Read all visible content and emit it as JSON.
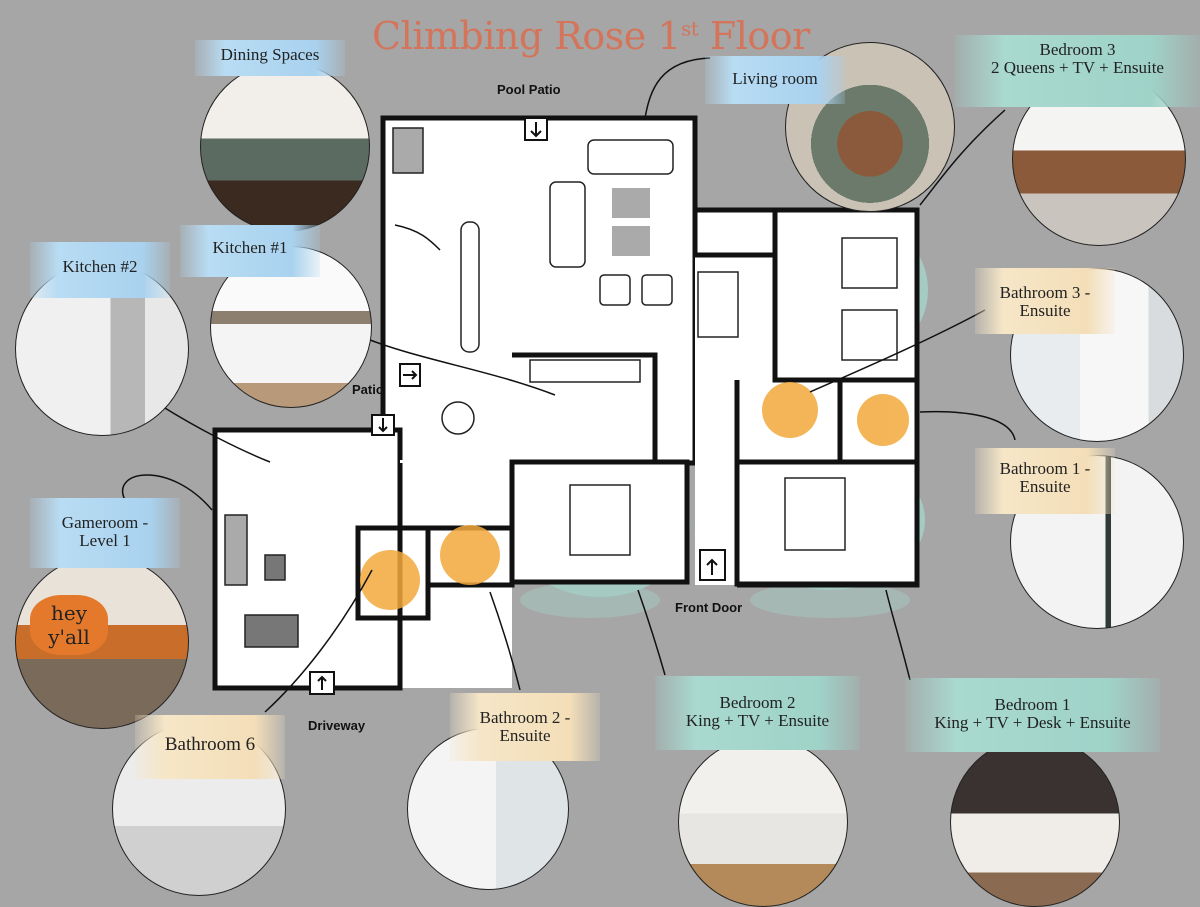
{
  "title": {
    "main": "Climbing Rose 1",
    "sup": "st",
    "tail": " Floor"
  },
  "entrances": {
    "pool_patio": "Pool Patio",
    "patio": "Patio",
    "front_door": "Front Door",
    "driveway": "Driveway"
  },
  "rooms": {
    "dining": "Dining Spaces",
    "living": "Living room",
    "bedroom3_line1": "Bedroom 3",
    "bedroom3_line2": "2 Queens + TV + Ensuite",
    "kitchen2": "Kitchen #2",
    "kitchen1": "Kitchen #1",
    "bathroom3_line1": "Bathroom 3 -",
    "bathroom3_line2": "Ensuite",
    "bathroom1_line1": "Bathroom 1 -",
    "bathroom1_line2": "Ensuite",
    "gameroom_line1": "Gameroom -",
    "gameroom_line2": "Level 1",
    "bathroom6": "Bathroom 6",
    "bathroom2_line1": "Bathroom 2 -",
    "bathroom2_line2": "Ensuite",
    "bedroom2_line1": "Bedroom 2",
    "bedroom2_line2": "King + TV + Ensuite",
    "bedroom1_line1": "Bedroom 1",
    "bedroom1_line2": "King + TV + Desk + Ensuite"
  },
  "sign": "hey y'all",
  "colors": {
    "title": "#d4745a",
    "background": "#a6a6a6",
    "bath_highlight": "#f2a93b",
    "bed_wash": "#9fd3c8"
  }
}
